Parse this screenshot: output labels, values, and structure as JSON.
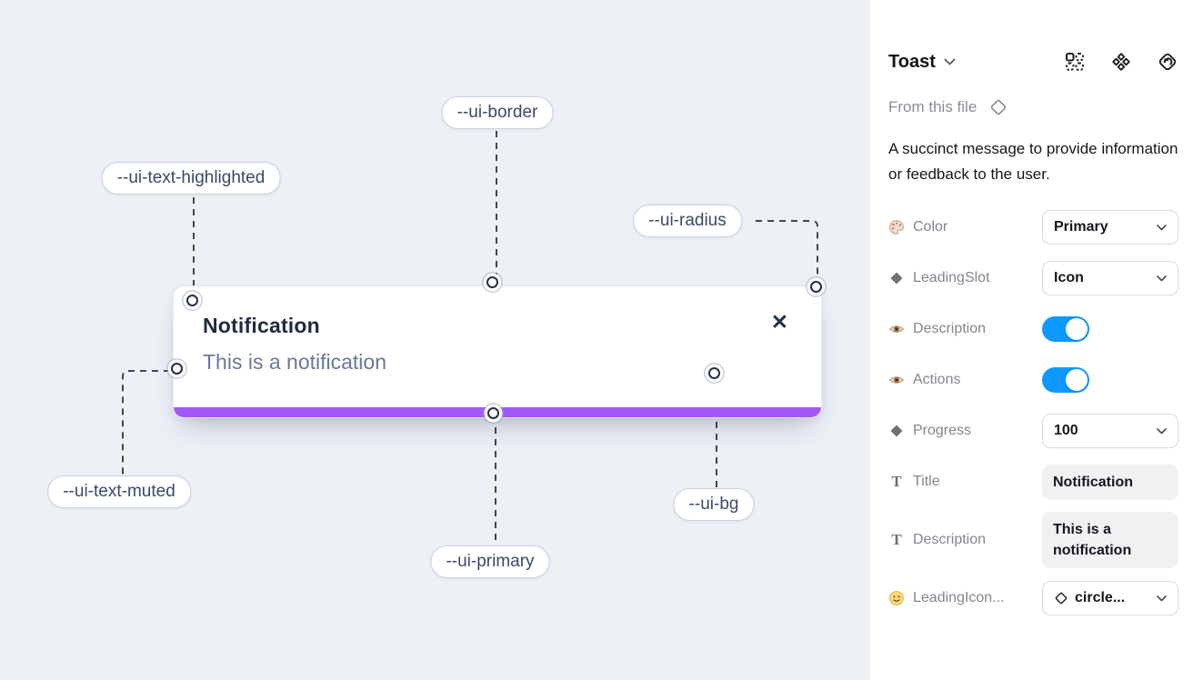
{
  "colors": {
    "primary": "#a259f7",
    "toggle_on": "#0d99ff",
    "canvas_bg": "#edf0f5",
    "panel_bg": "#ffffff",
    "pill_text": "#3a4a66",
    "title_text": "#212b40",
    "muted_text": "#69789a"
  },
  "canvas": {
    "toast": {
      "title": "Notification",
      "description": "This is a notification",
      "close_glyph": "✕"
    },
    "labels": [
      "--ui-text-highlighted",
      "--ui-border",
      "--ui-radius",
      "--ui-text-muted",
      "--ui-primary",
      "--ui-bg"
    ]
  },
  "panel": {
    "title": "Toast",
    "source": "From this file",
    "description": "A succinct message to provide information or feedback to the user.",
    "header_icons": [
      "component-grid",
      "variants",
      "swap-instance"
    ],
    "properties": [
      {
        "icon": "palette-icon",
        "label": "Color",
        "control": "select",
        "value": "Primary"
      },
      {
        "icon": "diamond-icon",
        "label": "LeadingSlot",
        "control": "select",
        "value": "Icon"
      },
      {
        "icon": "eye-icon",
        "label": "Description",
        "control": "toggle",
        "value": "on"
      },
      {
        "icon": "eye-icon",
        "label": "Actions",
        "control": "toggle",
        "value": "on"
      },
      {
        "icon": "diamond-icon",
        "label": "Progress",
        "control": "select",
        "value": "100"
      },
      {
        "icon": "text-icon",
        "label": "Title",
        "control": "textfield",
        "value": "Notification"
      },
      {
        "icon": "text-icon",
        "label": "Description",
        "control": "textfield",
        "value": "This is a notification"
      },
      {
        "icon": "smiley-icon",
        "label": "LeadingIcon...",
        "control": "select",
        "value": "circle..."
      }
    ]
  }
}
